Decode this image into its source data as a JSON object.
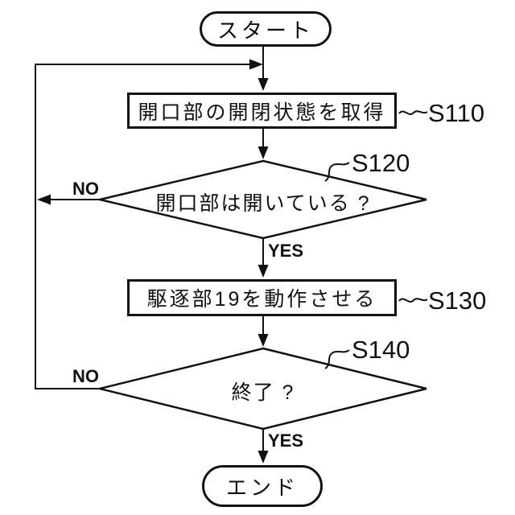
{
  "figure": {
    "type": "flowchart",
    "background_color": "#ffffff",
    "stroke_color": "#111111",
    "nodes": {
      "start": {
        "label": "スタート",
        "shape": "terminal"
      },
      "s110": {
        "label": "開口部の開閉状態を取得",
        "step": "S110",
        "shape": "process"
      },
      "s120": {
        "label": "開口部は開いている ?",
        "step": "S120",
        "shape": "decision",
        "yes": "YES",
        "no": "NO"
      },
      "s130": {
        "label": "駆逐部19を動作させる",
        "step": "S130",
        "shape": "process"
      },
      "s140": {
        "label": "終了 ?",
        "step": "S140",
        "shape": "decision",
        "yes": "YES",
        "no": "NO"
      },
      "end": {
        "label": "エンド",
        "shape": "terminal"
      }
    },
    "edges": [
      {
        "from": "start",
        "to": "s110"
      },
      {
        "from": "s110",
        "to": "s120"
      },
      {
        "from": "s120",
        "to": "s130",
        "label": "YES"
      },
      {
        "from": "s120",
        "to": "s110",
        "label": "NO",
        "via": "left-feedback-rail"
      },
      {
        "from": "s130",
        "to": "s140"
      },
      {
        "from": "s140",
        "to": "end",
        "label": "YES"
      },
      {
        "from": "s140",
        "to": "s110",
        "label": "NO",
        "via": "left-feedback-rail"
      }
    ]
  }
}
